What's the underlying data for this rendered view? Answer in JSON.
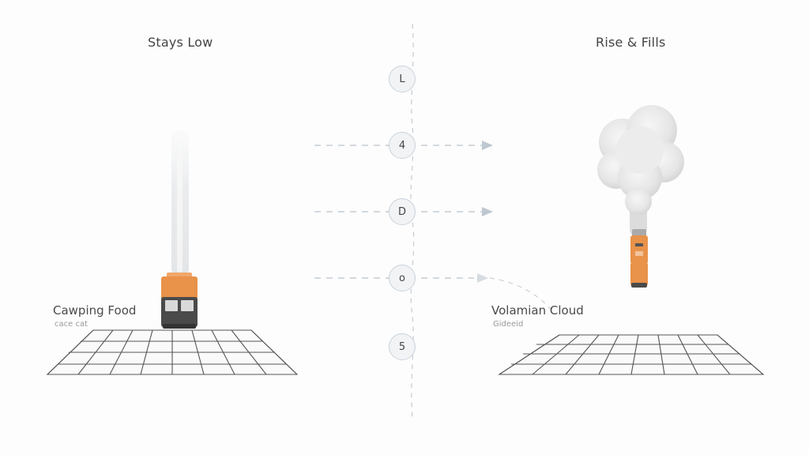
{
  "left": {
    "title": "Stays Low",
    "label": "Cawping Food",
    "sublabel": "cace cat"
  },
  "right": {
    "title": "Rise & Fills",
    "label": "Volamian Cloud",
    "sublabel": "Gideeid"
  },
  "markers": [
    "L",
    "4",
    "D",
    "o",
    "5"
  ],
  "colors": {
    "accent_orange": "#e8924a",
    "device_dark": "#4a4a4a",
    "grid_line": "#555555",
    "dashed_line": "#b9c3cc",
    "marker_fill": "#f1f3f5",
    "smoke": "#e4e4e4"
  }
}
